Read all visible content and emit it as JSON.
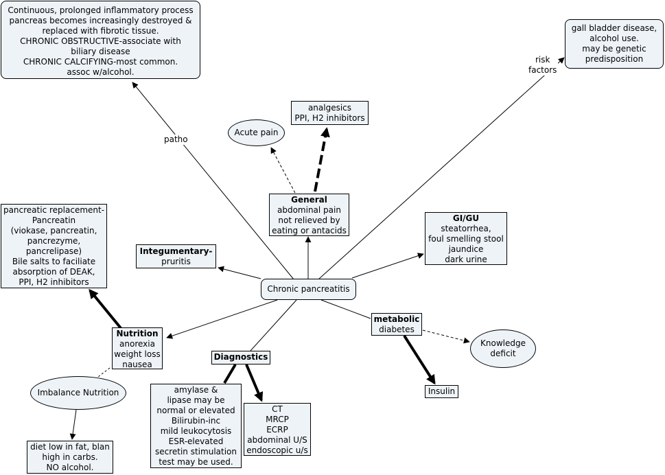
{
  "nodes": {
    "patho_box": {
      "lines": [
        "Continuous, prolonged inflammatory process",
        "pancreas becomes increasingly destroyed &",
        "replaced with fibrotic tissue.",
        "CHRONIC OBSTRUCTIVE-associate with",
        "biliary disease",
        "CHRONIC CALCIFYING-most common.",
        "assoc w/alcohol."
      ]
    },
    "risk_box": {
      "lines": [
        "gall bladder disease,",
        "alcohol use.",
        "may be genetic",
        "predisposition"
      ]
    },
    "analgesics": {
      "lines": [
        "analgesics",
        "PPI, H2 inhibitors"
      ]
    },
    "acute_pain": {
      "lines": [
        "Acute pain"
      ]
    },
    "general": {
      "title": "General",
      "lines": [
        "abdominal pain",
        "not relieved by",
        "eating or antacids"
      ]
    },
    "gigu": {
      "title": "GI/GU",
      "lines": [
        "steatorrhea,",
        "foul smelling stool",
        "jaundice",
        "dark urine"
      ]
    },
    "pancreatic": {
      "lines": [
        "pancreatic replacement-",
        "Pancreatin",
        "(viokase, pancreatin,",
        "pancrezyme,",
        "pancrelipase)",
        "Bile salts to faciliate",
        "absorption of DEAK,",
        "PPI, H2 inhibitors"
      ]
    },
    "integumentary": {
      "title": "Integumentary-",
      "lines": [
        "pruritis"
      ]
    },
    "center": {
      "lines": [
        "Chronic pancreatitis"
      ]
    },
    "metabolic": {
      "title": "metabolic",
      "lines": [
        "diabetes"
      ]
    },
    "knowledge": {
      "lines": [
        "Knowledge",
        "deficit"
      ]
    },
    "nutrition": {
      "title": "Nutrition",
      "lines": [
        "anorexia",
        "weight loss",
        "nausea"
      ]
    },
    "diagnostics": {
      "title": "Diagnostics",
      "lines": []
    },
    "imbalance": {
      "lines": [
        "Imbalance Nutrition"
      ]
    },
    "insulin": {
      "lines": [
        "Insulin"
      ]
    },
    "labs": {
      "lines": [
        "amylase &",
        "lipase may be",
        "normal or elevated",
        "Bilirubin-inc",
        "mild leukocytosis",
        "ESR-elevated",
        "secretin stimulation",
        "test may be used."
      ]
    },
    "imaging": {
      "lines": [
        "CT",
        "MRCP",
        "ECRP",
        "abdominal U/S",
        "endoscopic u/s"
      ]
    },
    "diet": {
      "lines": [
        "diet low in fat, blan",
        "high in carbs.",
        "NO alcohol."
      ]
    }
  },
  "edge_labels": {
    "patho": "patho",
    "risk_1": "risk",
    "risk_2": "factors"
  }
}
